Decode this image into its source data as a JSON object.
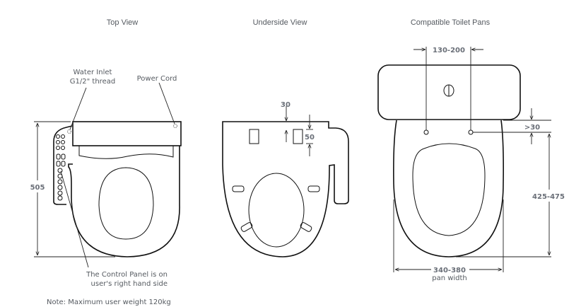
{
  "titles": {
    "top_view": "Top View",
    "underside_view": "Underside View",
    "compatible": "Compatible Toilet Pans"
  },
  "top_view": {
    "water_inlet_line1": "Water Inlet",
    "water_inlet_line2": "G1/2\" thread",
    "power_cord": "Power Cord",
    "length_dim": "505",
    "control_panel_line1": "The Control Panel is on",
    "control_panel_line2": "user's right hand side"
  },
  "underside_view": {
    "dim_top": "30",
    "dim_side": "50"
  },
  "compatible": {
    "hole_spacing": "130-200",
    "hole_offset": ">30",
    "pan_length": "425-475",
    "pan_width": "340-380",
    "pan_width_label": "pan width"
  },
  "note": "Note: Maximum user weight 120kg"
}
